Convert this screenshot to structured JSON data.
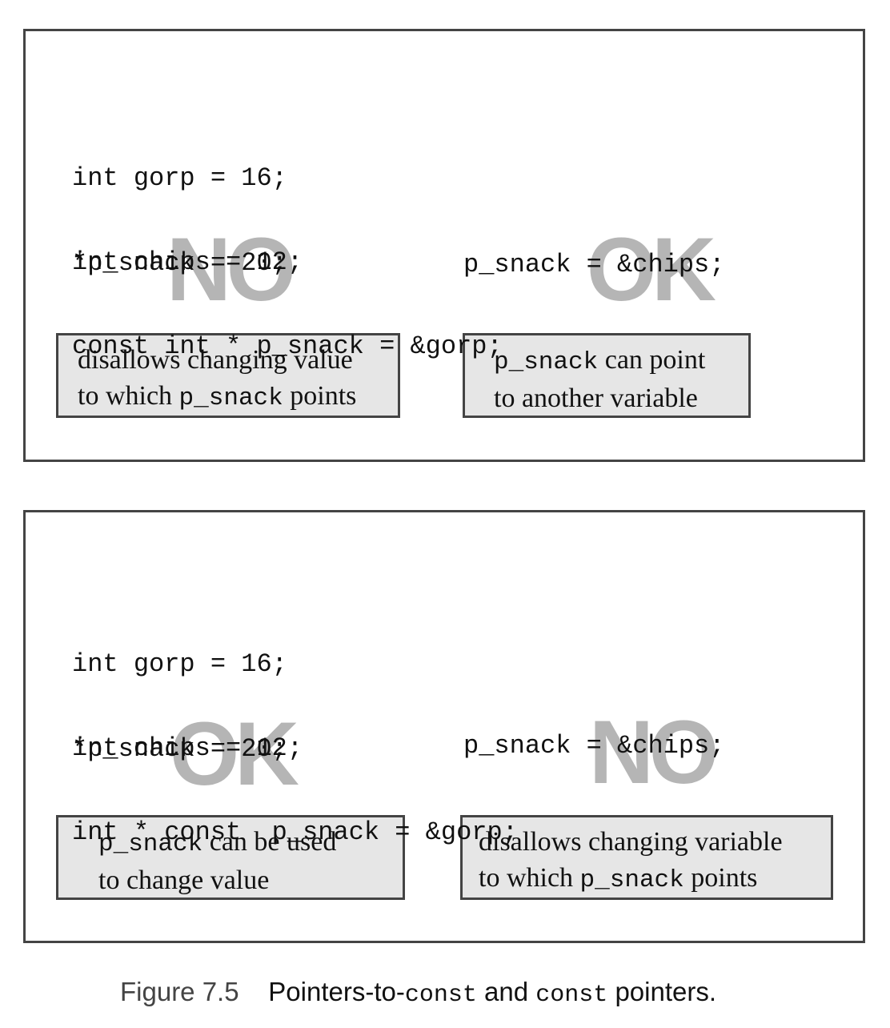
{
  "panels": [
    {
      "declarations": [
        "int gorp = 16;",
        "int chips = 12;",
        "const int * p_snack = &gorp;"
      ],
      "left_statement": "*p_snack = 20;",
      "left_stamp": "NO",
      "right_statement": "p_snack = &chips;",
      "right_stamp": "OK",
      "left_note": {
        "line1": "disallows changing value",
        "line2_prefix": "to which ",
        "line2_code": "p_snack",
        "line2_suffix": " points"
      },
      "right_note": {
        "line1_code": "p_snack",
        "line1_suffix": " can point",
        "line2": "to another variable"
      }
    },
    {
      "declarations": [
        "int gorp = 16;",
        "int chips = 12;",
        "int * const  p_snack = &gorp;"
      ],
      "left_statement": "*p_snack = 20;",
      "left_stamp": "OK",
      "right_statement": "p_snack = &chips;",
      "right_stamp": "NO",
      "left_note": {
        "line1_code": "p_snack",
        "line1_suffix": " can be used",
        "line2": "to change value"
      },
      "right_note": {
        "line1": "disallows changing variable",
        "line2_prefix": "to which ",
        "line2_code": "p_snack",
        "line2_suffix": " points"
      }
    }
  ],
  "caption": {
    "figure_number": "Figure 7.5",
    "part1": "Pointers-to-",
    "code1": "const",
    "part2": " and ",
    "code2": "const",
    "part3": " pointers."
  }
}
